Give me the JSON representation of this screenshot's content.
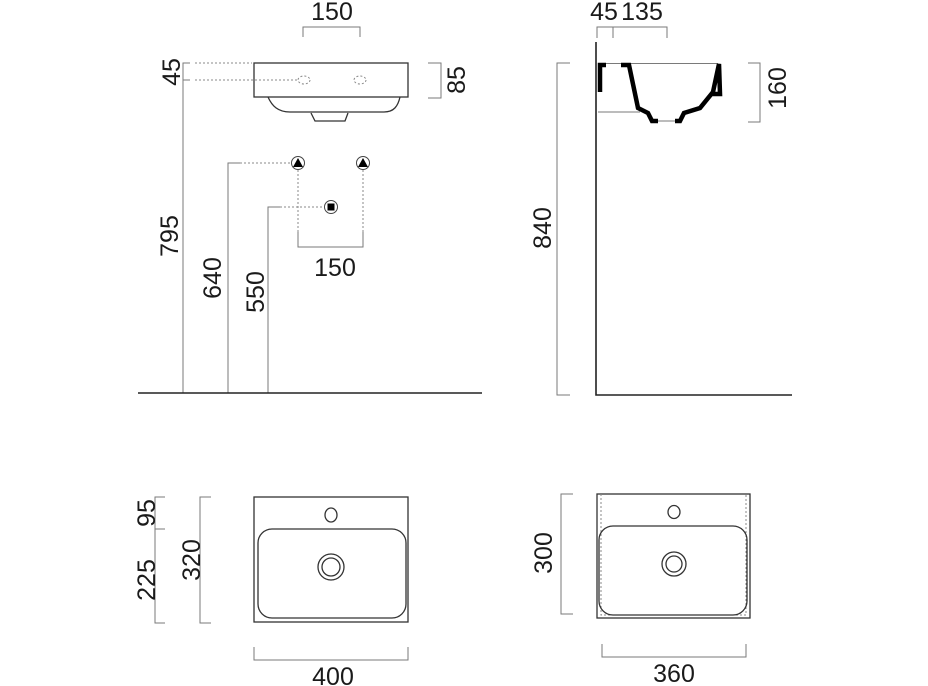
{
  "front_view": {
    "tap_spacing": "150",
    "overflow_offset": "45",
    "basin_height": "85",
    "rim_height": "795",
    "supply_height": "640",
    "waste_height": "550",
    "supply_spacing": "150"
  },
  "side_view": {
    "wall_offset": "45",
    "bowl_offset": "135",
    "basin_depth": "160",
    "rim_height": "840"
  },
  "top_view_large": {
    "tap_to_bowl": "95",
    "bowl_depth": "225",
    "depth": "320",
    "width": "400"
  },
  "top_view_small": {
    "depth": "300",
    "width": "360"
  }
}
